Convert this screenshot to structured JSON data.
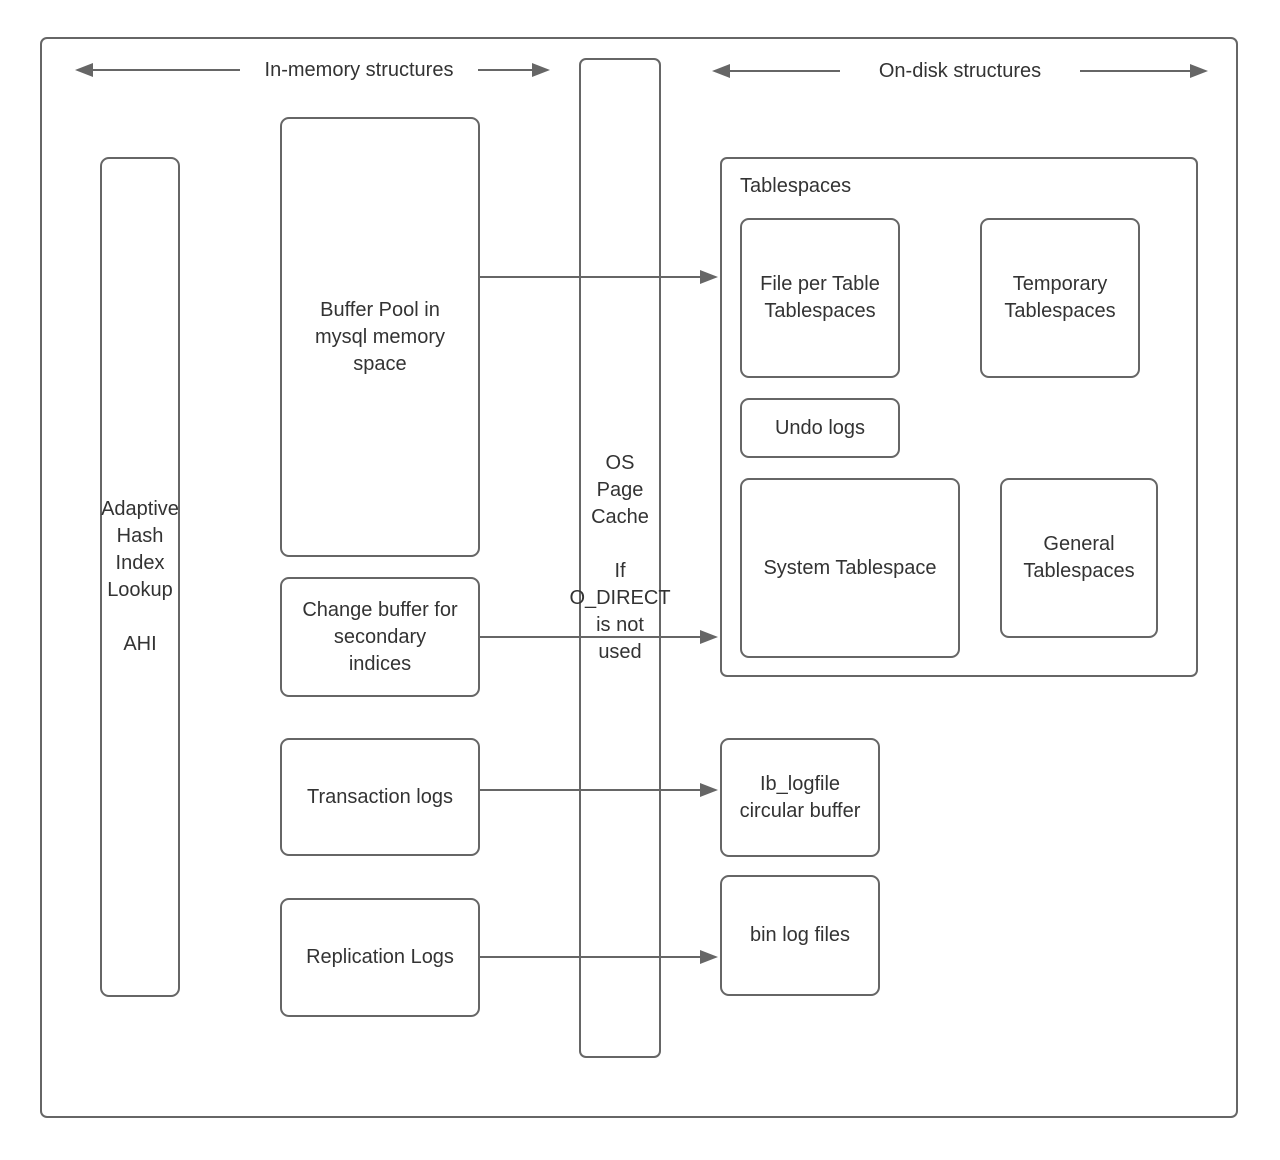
{
  "colors": {
    "stroke": "#666666",
    "text": "#333333",
    "background": "#ffffff"
  },
  "headers": {
    "in_memory": {
      "label": "In-memory structures"
    },
    "on_disk": {
      "label": "On-disk structures"
    }
  },
  "nodes": {
    "ahi": {
      "label": "Adaptive\nHash\nIndex\nLookup\n\nAHI"
    },
    "buffer_pool": {
      "label": "Buffer Pool in\nmysql memory\nspace"
    },
    "change_buffer": {
      "label": "Change buffer for\nsecondary\nindices"
    },
    "transaction_logs": {
      "label": "Transaction logs"
    },
    "replication_logs": {
      "label": "Replication Logs"
    },
    "os_page_cache": {
      "label": "OS\nPage\nCache\n\nIf\nO_DIRECT\nis not\nused"
    },
    "tablespaces": {
      "label": "Tablespaces"
    },
    "file_per_table": {
      "label": "File per Table\nTablespaces"
    },
    "temporary_tablespaces": {
      "label": "Temporary\nTablespaces"
    },
    "undo_logs": {
      "label": "Undo logs"
    },
    "system_tablespace": {
      "label": "System Tablespace"
    },
    "general_tablespaces": {
      "label": "General\nTablespaces"
    },
    "ib_logfile": {
      "label": "Ib_logfile\ncircular buffer"
    },
    "bin_log_files": {
      "label": "bin log files"
    }
  }
}
